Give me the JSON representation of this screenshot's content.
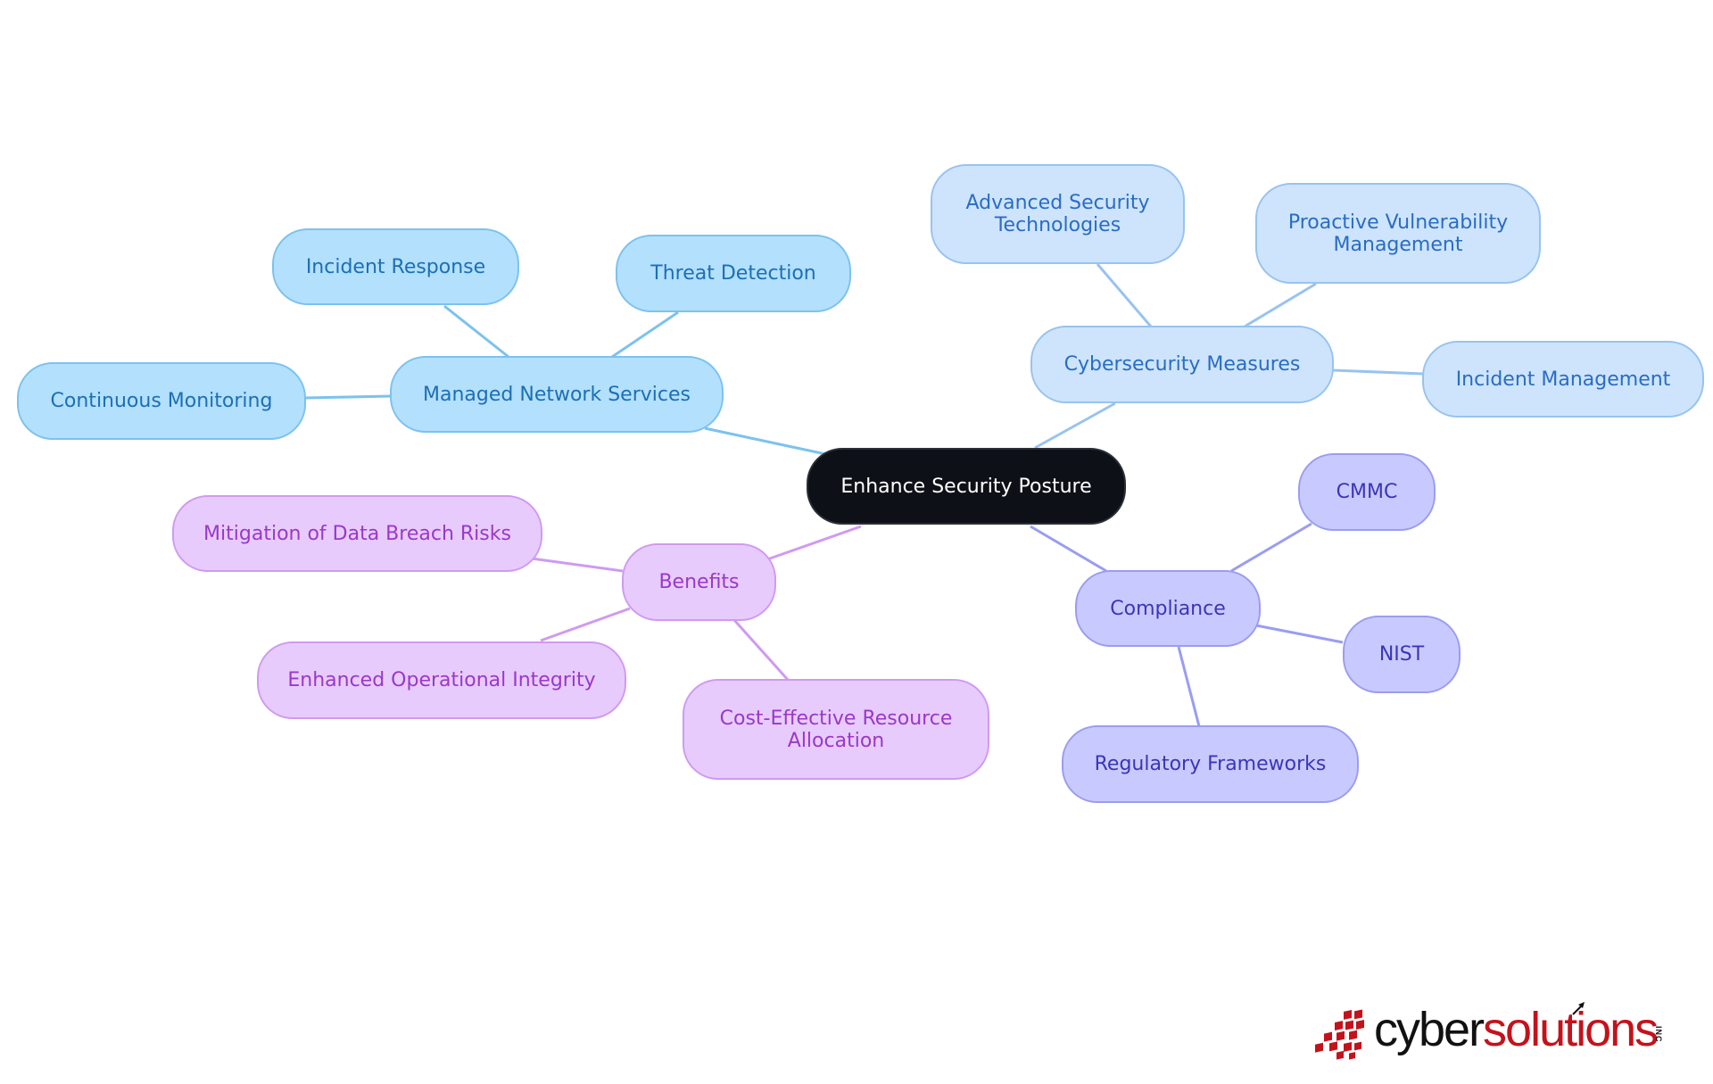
{
  "diagram": {
    "root": "Enhance Security Posture",
    "branches": [
      {
        "label": "Managed Network Services",
        "color": "#7cc2ee",
        "children": [
          "Incident Response",
          "Threat Detection",
          "Continuous Monitoring"
        ]
      },
      {
        "label": "Cybersecurity Measures",
        "color": "#98c3ef",
        "children": [
          "Advanced Security Technologies",
          "Proactive Vulnerability Management",
          "Incident Management"
        ]
      },
      {
        "label": "Compliance",
        "color": "#9a9df0",
        "children": [
          "CMMC",
          "NIST",
          "Regulatory Frameworks"
        ]
      },
      {
        "label": "Benefits",
        "color": "#d09af0",
        "children": [
          "Mitigation of Data Breach Risks",
          "Enhanced Operational Integrity",
          "Cost-Effective Resource Allocation"
        ]
      }
    ]
  },
  "logo": {
    "part1": "cyber",
    "part2": "solutions",
    "suffix": "INC",
    "colors": {
      "dark": "#111111",
      "red": "#c4121b"
    }
  }
}
